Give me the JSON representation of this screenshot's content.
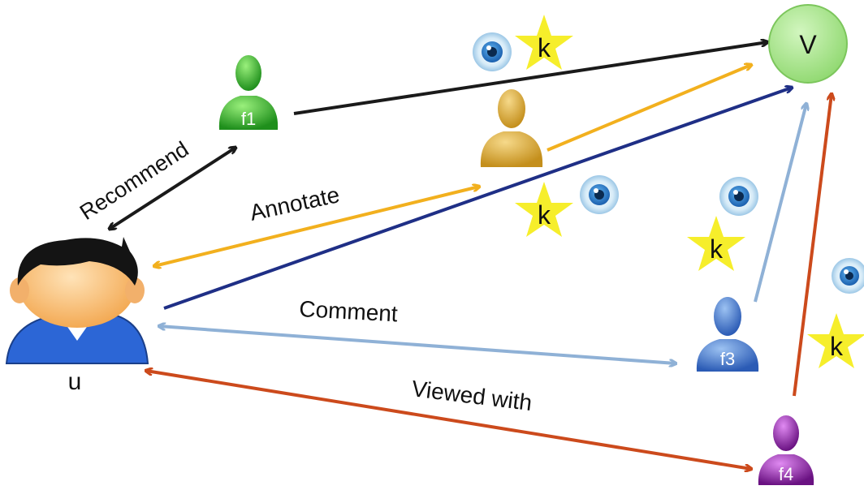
{
  "nodes": {
    "user": {
      "label": "u"
    },
    "video": {
      "label": "V"
    },
    "f1": {
      "label": "f1"
    },
    "f2": {
      "label": ""
    },
    "f3": {
      "label": "f3"
    },
    "f4": {
      "label": "f4"
    }
  },
  "edges": {
    "recommend": "Recommend",
    "annotate": "Annotate",
    "comment": "Comment",
    "viewed_with": "Viewed with"
  },
  "badges": {
    "star_text": "k"
  },
  "colors": {
    "recommend": "#1a1a1a",
    "annotate": "#f2b01e",
    "direct": "#1f2f86",
    "comment": "#8fb1d6",
    "viewed_with": "#cc4a1c",
    "video_node": "#a5e58a",
    "f1": "#2fa52a",
    "f2": "#d9a52d",
    "f3": "#3f74c9",
    "f4": "#8a1ea6",
    "star": "#f6ee2b"
  }
}
